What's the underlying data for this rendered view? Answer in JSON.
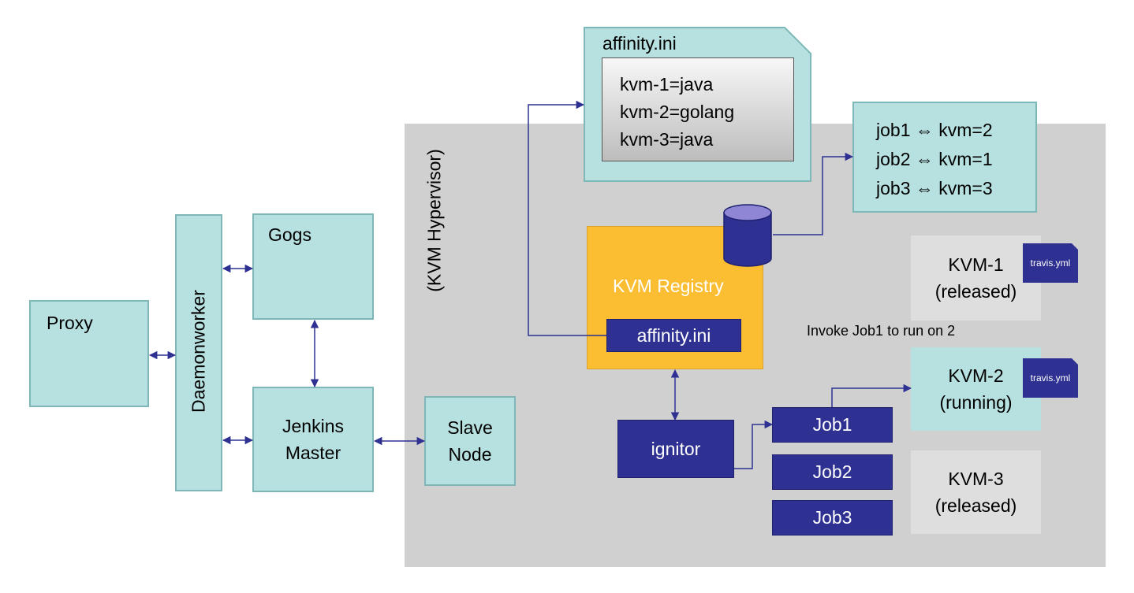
{
  "proxy": {
    "label": "Proxy"
  },
  "daemonworker": {
    "label": "Daemonworker"
  },
  "gogs": {
    "label": "Gogs"
  },
  "jenkins": {
    "line1": "Jenkins",
    "line2": "Master"
  },
  "slave": {
    "line1": "Slave",
    "line2": "Node"
  },
  "hypervisor": {
    "label": "(KVM Hypervisor)"
  },
  "affinity_doc": {
    "title": "affinity.ini",
    "lines": [
      "kvm-1=java",
      "kvm-2=golang",
      "kvm-3=java"
    ]
  },
  "job_map": {
    "lines": [
      "job1 ⇔ kvm=2",
      "job2 ⇔ kvm=1",
      "job3 ⇔ kvm=3"
    ]
  },
  "registry": {
    "label": "KVM Registry",
    "inner": "affinity.ini"
  },
  "ignitor": {
    "label": "ignitor"
  },
  "jobs": [
    "Job1",
    "Job2",
    "Job3"
  ],
  "invoke_note": "Invoke Job1 to run on 2",
  "kvms": [
    {
      "name": "KVM-1",
      "status": "(released)",
      "tag": "travis.yml"
    },
    {
      "name": "KVM-2",
      "status": "(running)",
      "tag": "travis.yml"
    },
    {
      "name": "KVM-3",
      "status": "(released)"
    }
  ],
  "colors": {
    "teal": "#b7e0e0",
    "navy": "#2e3192",
    "registry": "#fbbd32",
    "region": "#d0d0d0"
  }
}
